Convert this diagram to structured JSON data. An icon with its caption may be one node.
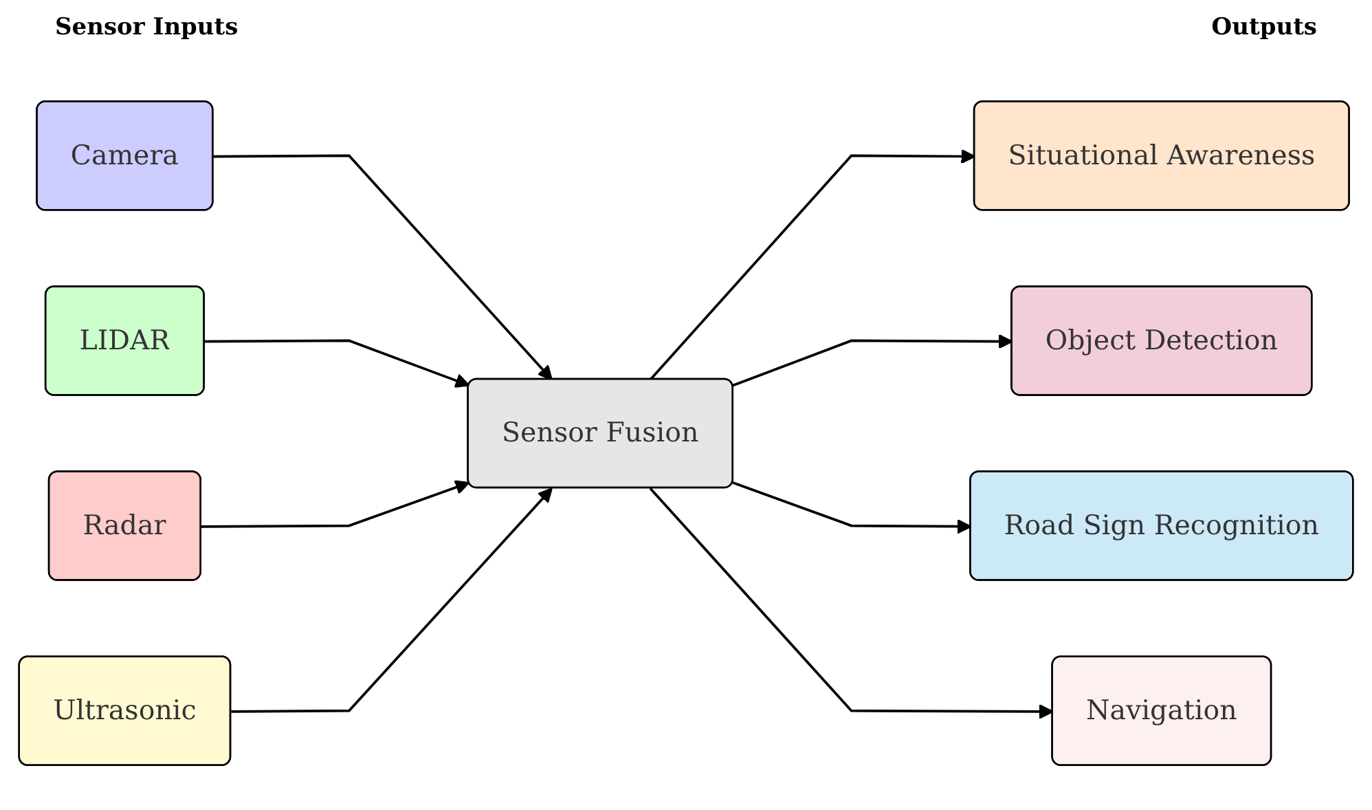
{
  "diagram": {
    "nodes": [
      {
        "text": [
          "Camera"
        ]
      },
      {
        "text": [
          "LIDAR"
        ]
      },
      {
        "text": [
          "Radar"
        ]
      },
      {
        "text": [
          "Ultrasonic"
        ]
      },
      {
        "text": [
          "Sensor Fusion"
        ]
      },
      {
        "text": [
          "Situational Awareness"
        ]
      },
      {
        "text": [
          "Object Detection"
        ]
      },
      {
        "text": [
          "Road Sign Recognition"
        ]
      },
      {
        "text": [
          "Navigation"
        ]
      }
    ],
    "edges": [
      {
        "from": 0,
        "to": 4,
        "arrow": "to"
      },
      {
        "from": 1,
        "to": 4,
        "arrow": "to"
      },
      {
        "from": 2,
        "to": 4,
        "arrow": "to"
      },
      {
        "from": 3,
        "to": 4,
        "arrow": "to"
      },
      {
        "from": 4,
        "to": 5,
        "arrow": "to"
      },
      {
        "from": 4,
        "to": 6,
        "arrow": "to"
      },
      {
        "from": 4,
        "to": 7,
        "arrow": "to"
      },
      {
        "from": 4,
        "to": 8,
        "arrow": "to"
      }
    ],
    "labels": [
      "Sensor Inputs",
      "Outputs"
    ]
  }
}
